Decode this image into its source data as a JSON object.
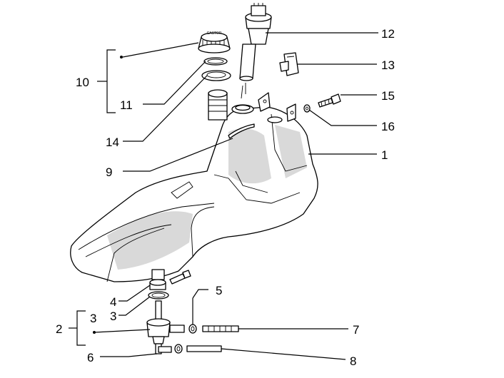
{
  "callouts": [
    {
      "id": "c1",
      "text": "1"
    },
    {
      "id": "c2",
      "text": "2"
    },
    {
      "id": "c3",
      "text": "3"
    },
    {
      "id": "c3b",
      "text": "3"
    },
    {
      "id": "c4",
      "text": "4"
    },
    {
      "id": "c5",
      "text": "5"
    },
    {
      "id": "c6",
      "text": "6"
    },
    {
      "id": "c7",
      "text": "7"
    },
    {
      "id": "c8",
      "text": "8"
    },
    {
      "id": "c9",
      "text": "9"
    },
    {
      "id": "c10",
      "text": "10"
    },
    {
      "id": "c11",
      "text": "11"
    },
    {
      "id": "c12",
      "text": "12"
    },
    {
      "id": "c13",
      "text": "13"
    },
    {
      "id": "c14",
      "text": "14"
    },
    {
      "id": "c15",
      "text": "15"
    },
    {
      "id": "c16",
      "text": "16"
    }
  ],
  "cap_lettering": "CASTOR"
}
